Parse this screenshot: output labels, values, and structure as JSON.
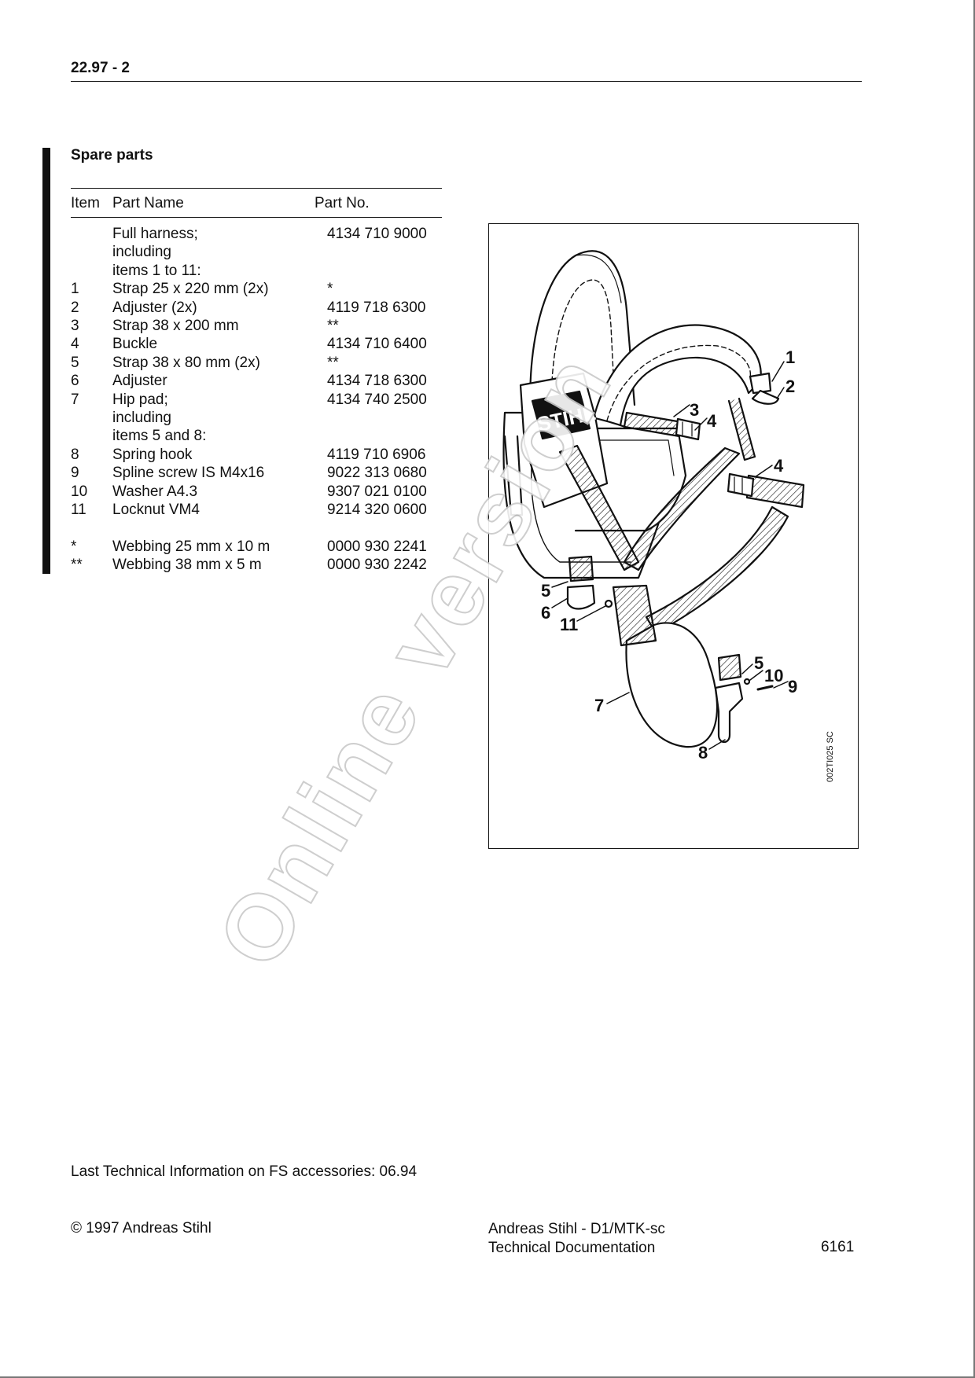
{
  "header": {
    "code": "22.97 - 2"
  },
  "section": {
    "title": "Spare parts"
  },
  "table": {
    "headers": {
      "item": "Item",
      "name": "Part Name",
      "no": "Part No."
    },
    "rows": [
      {
        "item": "",
        "name": "Full harness;",
        "no": "4134 710 9000"
      },
      {
        "item": "",
        "name": "including",
        "no": ""
      },
      {
        "item": "",
        "name": "items 1 to 11:",
        "no": ""
      },
      {
        "item": "1",
        "name": "Strap 25 x 220 mm (2x)",
        "no": "*"
      },
      {
        "item": "2",
        "name": "Adjuster (2x)",
        "no": "4119 718 6300"
      },
      {
        "item": "3",
        "name": "Strap 38 x 200 mm",
        "no": "**"
      },
      {
        "item": "4",
        "name": "Buckle",
        "no": "4134 710 6400"
      },
      {
        "item": "5",
        "name": "Strap 38 x 80 mm (2x)",
        "no": "**"
      },
      {
        "item": "6",
        "name": "Adjuster",
        "no": "4134 718 6300"
      },
      {
        "item": "7",
        "name": "Hip pad;",
        "no": "4134 740 2500"
      },
      {
        "item": "",
        "name": "including",
        "no": ""
      },
      {
        "item": "",
        "name": "items 5 and 8:",
        "no": ""
      },
      {
        "item": "8",
        "name": "Spring hook",
        "no": "4119 710 6906"
      },
      {
        "item": "9",
        "name": "Spline screw IS M4x16",
        "no": "9022 313 0680"
      },
      {
        "item": "10",
        "name": "Washer A4.3",
        "no": "9307 021 0100"
      },
      {
        "item": "11",
        "name": "Locknut VM4",
        "no": "9214 320 0600"
      }
    ],
    "footnotes": [
      {
        "item": "*",
        "name": "Webbing 25 mm x 10 m",
        "no": "0000 930 2241"
      },
      {
        "item": "**",
        "name": "Webbing 38 mm x 5 m",
        "no": "0000 930 2242"
      }
    ]
  },
  "figure": {
    "brand": "STIHL",
    "code": "002TI025 SC",
    "callouts": [
      "1",
      "2",
      "3",
      "4",
      "4",
      "5",
      "6",
      "11",
      "5",
      "10",
      "9",
      "7",
      "8"
    ]
  },
  "watermark": "Online version",
  "last_info": "Last Technical Information on FS accessories: 06.94",
  "footer": {
    "copyright": "© 1997 Andreas Stihl",
    "org_line": "Andreas Stihl - D1/MTK-sc",
    "doc_line": "Technical Documentation",
    "page_number": "6161"
  }
}
